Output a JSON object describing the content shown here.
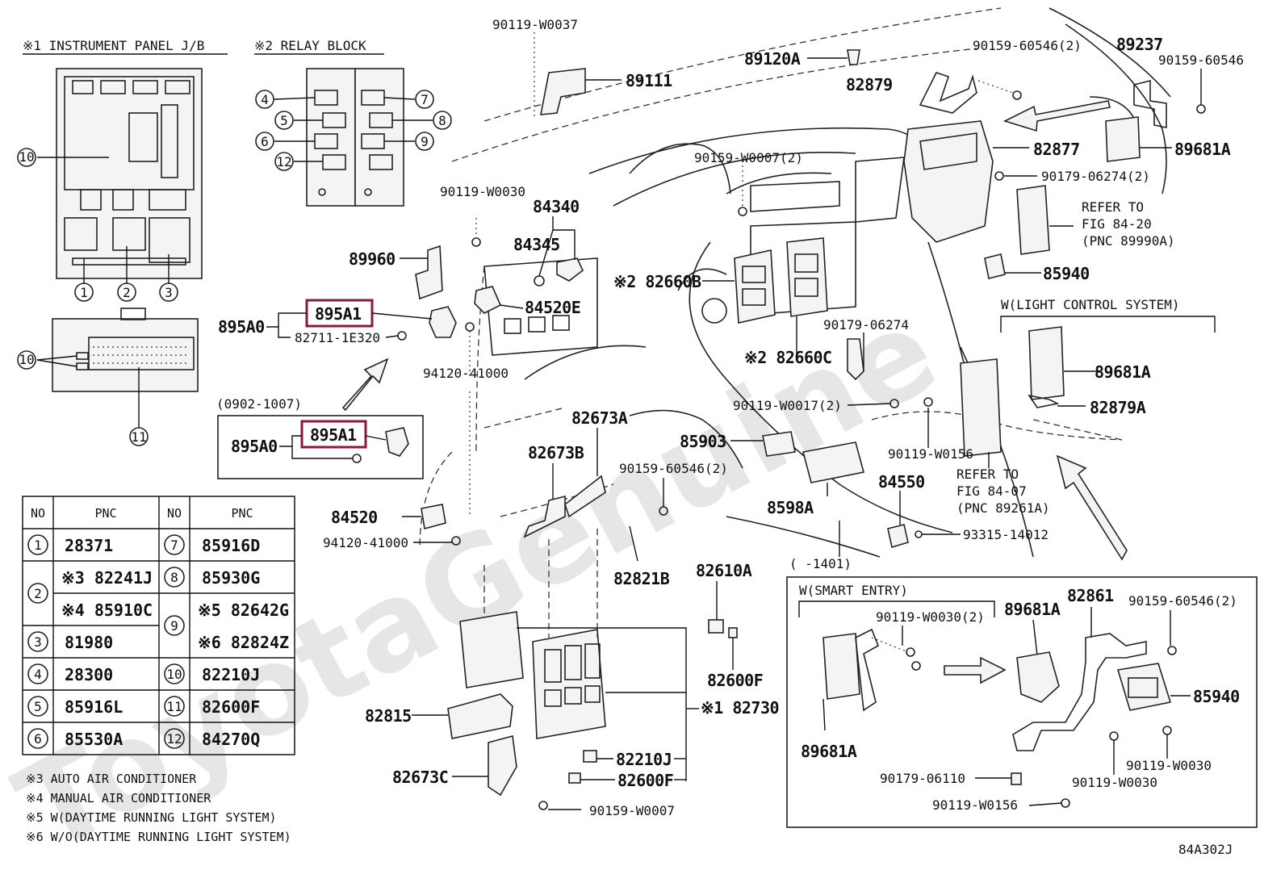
{
  "titles": {
    "instrument_panel": "※1 INSTRUMENT PANEL J/B",
    "relay_block": "※2 RELAY BLOCK",
    "light_control": "W(LIGHT  CONTROL SYSTEM)",
    "smart_entry": "W(SMART ENTRY)",
    "date_range": "(0902-1007)",
    "date_range2": "(      -1401)",
    "figure_code": "84A302J",
    "watermark": "ToyotaGenuine"
  },
  "callouts": {
    "c1": "1",
    "c2": "2",
    "c3": "3",
    "c4": "4",
    "c5": "5",
    "c6": "6",
    "c7": "7",
    "c8": "8",
    "c9": "9",
    "c10": "10",
    "c11": "11",
    "c12": "12"
  },
  "labels": {
    "l90119W0037": "90119-W0037",
    "l89111": "89111",
    "l89120A": "89120A",
    "l90159_60546_2_top": "90159-60546(2)",
    "l89237": "89237",
    "l90159_60546_tr": "90159-60546",
    "l82879": "82879",
    "l82877": "82877",
    "l89681A_tr": "89681A",
    "l90159W0007_2": "90159-W0007(2)",
    "l90179_06274_2": "90179-06274(2)",
    "l90119W0030_top": "90119-W0030",
    "l84340": "84340",
    "l84345": "84345",
    "l89960": "89960",
    "l82660B": "※2 82660B",
    "l84520E": "84520E",
    "l895A1": "895A1",
    "l895A0": "895A0",
    "l82711": "82711-1E320",
    "l90179_06274": "90179-06274",
    "l82660C": "※2 82660C",
    "l94120_41000_a": "94120-41000",
    "l895A1_b": "895A1",
    "l895A0_b": "895A0",
    "l82673A": "82673A",
    "l82673B": "82673B",
    "l90119W0017_2": "90119-W0017(2)",
    "l85903": "85903",
    "l90159_60546_2_mid": "90159-60546(2)",
    "l84520": "84520",
    "l94120_41000_b": "94120-41000",
    "l82821B": "82821B",
    "l8598A": "8598A",
    "l84550": "84550",
    "l90119W0156_mid": "90119-W0156",
    "l93315": "93315-14012",
    "l82610A": "82610A",
    "l82600F_a": "82600F",
    "l82730": "※1 82730",
    "l82815": "82815",
    "l82210J": "82210J",
    "l82600F_b": "82600F",
    "l82673C": "82673C",
    "l90159W0007": "90159-W0007",
    "l89681A_mid": "89681A",
    "l82879A": "82879A",
    "l85940_top": "85940",
    "refer1_line1": "REFER TO",
    "refer1_line2": "FIG 84-20",
    "refer1_line3": "(PNC 89990A)",
    "refer2_line1": "REFER TO",
    "refer2_line2": "FIG 84-07",
    "refer2_line3": "(PNC 89261A)",
    "se_90119W0030_2": "90119-W0030(2)",
    "se_89681A_a": "89681A",
    "se_82861": "82861",
    "se_90159_60546_2": "90159-60546(2)",
    "se_85940": "85940",
    "se_89681A_b": "89681A",
    "se_90119W0030_a": "90119-W0030",
    "se_90119W0030_b": "90119-W0030",
    "se_90179_06110": "90179-06110",
    "se_90119W0156": "90119-W0156"
  },
  "table": {
    "headers": [
      "NO",
      "PNC",
      "NO",
      "PNC"
    ],
    "rows": [
      {
        "no_l": "1",
        "pnc_l": "28371",
        "no_r": "7",
        "pnc_r": "85916D"
      },
      {
        "no_l": "2",
        "pnc_l": "※3 82241J",
        "no_r": "8",
        "pnc_r": "85930G"
      },
      {
        "no_l": "",
        "pnc_l": "※4 85910C",
        "no_r": "9",
        "pnc_r": "※5 82642G"
      },
      {
        "no_l": "3",
        "pnc_l": "81980",
        "no_r": "",
        "pnc_r": "※6 82824Z"
      },
      {
        "no_l": "4",
        "pnc_l": "28300",
        "no_r": "10",
        "pnc_r": "82210J"
      },
      {
        "no_l": "5",
        "pnc_l": "85916L",
        "no_r": "11",
        "pnc_r": "82600F"
      },
      {
        "no_l": "6",
        "pnc_l": "85530A",
        "no_r": "12",
        "pnc_r": "84270Q"
      }
    ]
  },
  "notes": [
    "※3 AUTO AIR CONDITIONER",
    "※4 MANUAL AIR CONDITIONER",
    "※5 W(DAYTIME RUNNING LIGHT SYSTEM)",
    "※6 W/O(DAYTIME RUNNING LIGHT SYSTEM)"
  ],
  "colors": {
    "highlight": "#8b1a3a",
    "ink": "#111111"
  }
}
